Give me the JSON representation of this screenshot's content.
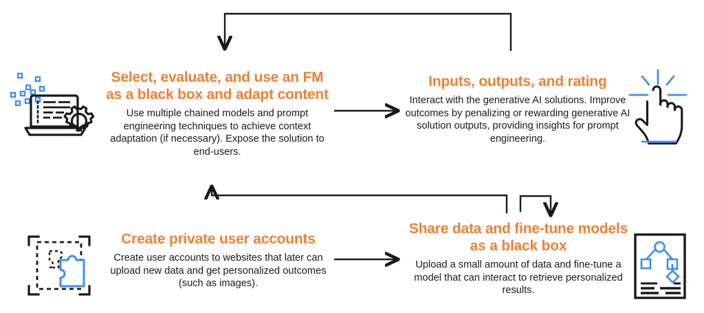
{
  "diagram": {
    "title": "Generative AI solution approaches flow",
    "colors": {
      "accent_orange": "#f08033",
      "accent_blue": "#3f8fef",
      "text_dark": "#16191f",
      "line": "#16191f",
      "background": "#ffffff"
    },
    "steps": [
      {
        "id": "select-evaluate-fm",
        "position": "top-left",
        "title": "Select, evaluate, and use an FM as a black box and adapt content",
        "body": "Use multiple chained models and prompt engineering techniques to achieve context adaptation (if necessary). Expose the solution to end-users.",
        "icon": "laptop-code-gear-icon"
      },
      {
        "id": "inputs-outputs-rating",
        "position": "top-right",
        "title": "Inputs, outputs, and rating",
        "body": "Interact with the generative AI solutions. Improve outcomes by penalizing or rewarding generative AI solution outputs, providing insights for prompt engineering.",
        "icon": "hand-click-icon"
      },
      {
        "id": "create-private-user-accounts",
        "position": "bottom-left",
        "title": "Create private user accounts",
        "body": "Create user accounts to websites that later can upload new data and get personalized outcomes (such as images).",
        "icon": "puzzle-piece-icon"
      },
      {
        "id": "share-data-fine-tune",
        "position": "bottom-right",
        "title": "Share data and fine-tune models as a black box",
        "body": "Upload a small amount of data and fine-tune a model that can interact to retrieve personalized results.",
        "icon": "model-document-icon"
      }
    ],
    "connectors": [
      {
        "id": "top-left-to-right-arrow",
        "from": "select-evaluate-fm",
        "to": "inputs-outputs-rating",
        "shape": "straight-right-arrow"
      },
      {
        "id": "bottom-left-to-right-arrow",
        "from": "create-private-user-accounts",
        "to": "share-data-fine-tune",
        "shape": "straight-right-arrow"
      },
      {
        "id": "rating-loops-back-to-select",
        "from": "inputs-outputs-rating",
        "to": "select-evaluate-fm",
        "shape": "up-over-down-arrow"
      },
      {
        "id": "fine-tune-loops-back-to-select",
        "from": "share-data-fine-tune",
        "to": "select-evaluate-fm",
        "shape": "up-over-left-up-arrow"
      },
      {
        "id": "select-branches-down-to-fine-tune",
        "from": "select-evaluate-fm",
        "to": "share-data-fine-tune",
        "shape": "down-branch-arrow"
      }
    ]
  }
}
